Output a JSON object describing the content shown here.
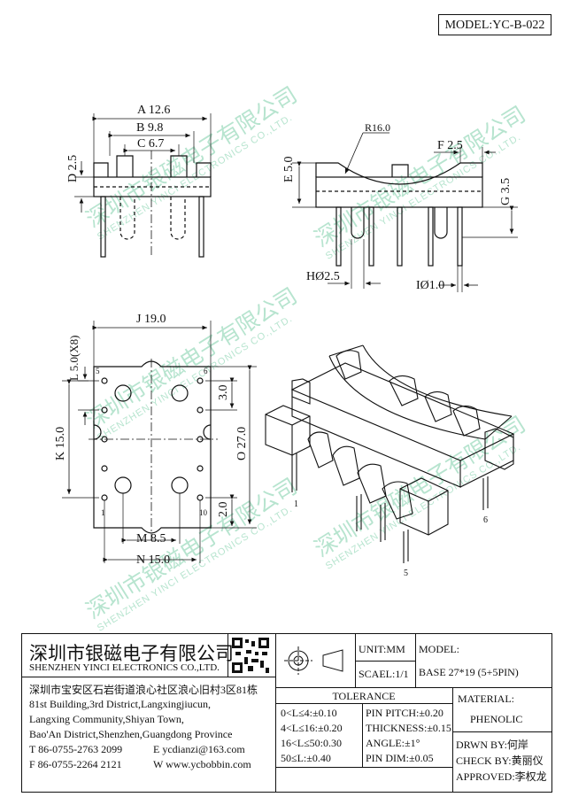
{
  "model": "MODEL:YC-B-022",
  "dims": {
    "A": "A 12.6",
    "B": "B 9.8",
    "C": "C 6.7",
    "D": "D 2.5",
    "E": "E 5.0",
    "R": "R16.0",
    "F": "F 2.5",
    "G": "G 3.5",
    "H": "HØ2.5",
    "I": "IØ1.0",
    "J": "J 19.0",
    "L": "L 5.0(X8)",
    "P": "3.0",
    "K": "K 15.0",
    "O": "O 27.0",
    "Q": "2.0",
    "M": "M 8.5",
    "N": "N 15.0"
  },
  "pins_bottom_view": {
    "p1": "1",
    "p5": "5",
    "p6": "6",
    "p10": "10"
  },
  "pins_3d_view": {
    "p1": "1",
    "p5": "5",
    "p6": "6"
  },
  "watermark": {
    "cn": "深圳市银磁电子有限公司",
    "en": "SHENZHEN YINCI ELECTRONICS CO.,LTD."
  },
  "title_block": {
    "company_cn": "深圳市银磁电子有限公司",
    "company_en": "SHENZHEN YINCI ELECTRONICS CO.,LTD.",
    "address_cn": "深圳市宝安区石岩街道浪心社区浪心旧村3区81栋",
    "address_en_1": "81st Building,3rd District,Langxingjiucun,",
    "address_en_2": "Langxing Community,Shiyan Town,",
    "address_en_3": "Bao'An District,Shenzhen,Guangdong Province",
    "tel": "T 86-0755-2763 2099",
    "email": "E ycdianzi@163.com",
    "fax": "F 86-0755-2264 2121",
    "web": "W www.ycbobbin.com",
    "unit": "UNIT:MM",
    "scale": "SCAEL:1/1",
    "model_label": "MODEL:",
    "model_value": "BASE 27*19 (5+5PIN)",
    "tolerance_title": "TOLERANCE",
    "tolerance_rows": [
      "0<L≤4:±0.10",
      "4<L≤16:±0.20",
      "16<L≤50:0.30",
      "50≤L:±0.40"
    ],
    "tolerance_right": [
      "PIN PITCH:±0.20",
      "THICKNESS:±0.15",
      "ANGLE:±1°",
      "PIN DIM:±0.05"
    ],
    "material_label": "MATERIAL:",
    "material_value": "PHENOLIC",
    "drawn_by": "DRWN BY:何岸",
    "check_by": "CHECK BY:黄丽仪",
    "approved": "APPROVED:李权龙"
  }
}
